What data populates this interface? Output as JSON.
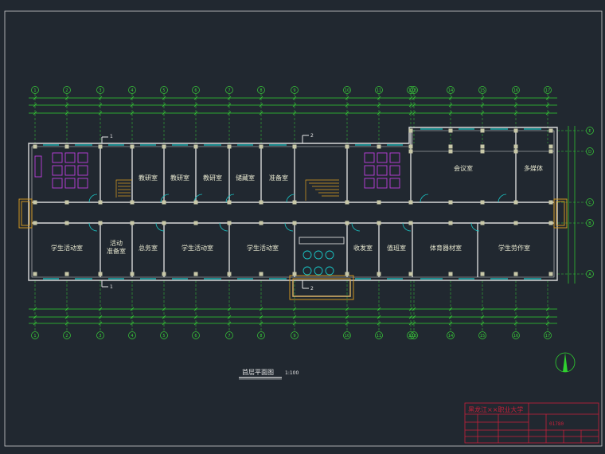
{
  "drawing": {
    "title": "首层平面图",
    "scale": "1:100"
  },
  "axes": {
    "columns": [
      "1",
      "2",
      "3",
      "4",
      "5",
      "6",
      "7",
      "8",
      "9",
      "10",
      "11",
      "12",
      "13",
      "14",
      "15",
      "16",
      "17"
    ],
    "rows": [
      "E",
      "D",
      "C",
      "B",
      "A"
    ]
  },
  "rooms": [
    {
      "name": "教研室"
    },
    {
      "name": "教研室"
    },
    {
      "name": "教研室"
    },
    {
      "name": "储藏室"
    },
    {
      "name": "准备室"
    },
    {
      "name": "会议室"
    },
    {
      "name": "多媒体"
    },
    {
      "name": "学生活动室"
    },
    {
      "name": "活动"
    },
    {
      "name": "准备室"
    },
    {
      "name": "总务室"
    },
    {
      "name": "学生活动室"
    },
    {
      "name": "学生活动室"
    },
    {
      "name": "收发室"
    },
    {
      "name": "值班室"
    },
    {
      "name": "体育器材室"
    },
    {
      "name": "学生劳作室"
    }
  ],
  "section_marks": [
    "1",
    "1",
    "2",
    "2"
  ],
  "title_block": {
    "school": "黑龙江××职业大学",
    "drawing_no": "01780"
  },
  "colors": {
    "background": "#212830",
    "wall": "#d8d8d8",
    "dimension": "#2fd12f",
    "room_text": "#e8e8d0",
    "door": "#19c6c6",
    "stair": "#e0a020",
    "fixture": "#c040e0",
    "title_block": "#c8203a",
    "border": "#cfcfcf",
    "grid_bubble": "#39d139"
  }
}
